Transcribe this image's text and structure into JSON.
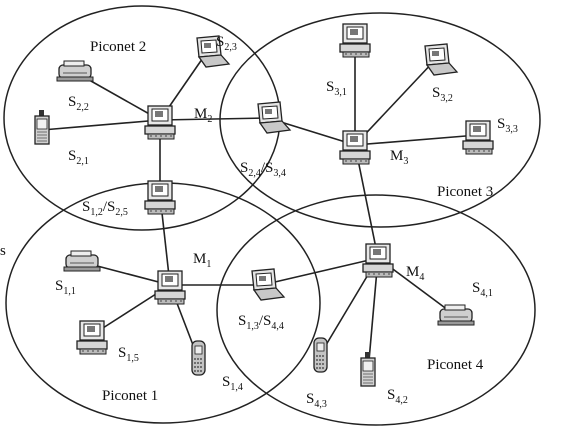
{
  "piconets": [
    {
      "id": "p2",
      "label": "Piconet 2"
    },
    {
      "id": "p3",
      "label": "Piconet 3"
    },
    {
      "id": "p1",
      "label": "Piconet 1"
    },
    {
      "id": "p4",
      "label": "Piconet 4"
    }
  ],
  "nodes": [
    {
      "id": "M2",
      "type": "desktop",
      "base": "M",
      "sub": "2"
    },
    {
      "id": "M3",
      "type": "desktop",
      "base": "M",
      "sub": "3"
    },
    {
      "id": "M1",
      "type": "desktop",
      "base": "M",
      "sub": "1"
    },
    {
      "id": "M4",
      "type": "desktop",
      "base": "M",
      "sub": "4"
    },
    {
      "id": "S22",
      "type": "printer",
      "base": "S",
      "sub": "2,2"
    },
    {
      "id": "S23",
      "type": "laptop",
      "base": "S",
      "sub": "2,3"
    },
    {
      "id": "S21",
      "type": "pda",
      "base": "S",
      "sub": "2,1"
    },
    {
      "id": "S24",
      "type": "laptop",
      "base": "S",
      "sub": "2,4",
      "base2": "S",
      "sub2": "3,4"
    },
    {
      "id": "S12",
      "type": "desktop",
      "base": "S",
      "sub": "1,2",
      "base2": "S",
      "sub2": "2,5"
    },
    {
      "id": "S31",
      "type": "desktop",
      "base": "S",
      "sub": "3,1"
    },
    {
      "id": "S32",
      "type": "laptop",
      "base": "S",
      "sub": "3,2"
    },
    {
      "id": "S33",
      "type": "desktop",
      "base": "S",
      "sub": "3,3"
    },
    {
      "id": "S11",
      "type": "printer",
      "base": "S",
      "sub": "1,1"
    },
    {
      "id": "S15",
      "type": "desktop",
      "base": "S",
      "sub": "1,5"
    },
    {
      "id": "S14",
      "type": "phone",
      "base": "S",
      "sub": "1,4"
    },
    {
      "id": "S13",
      "type": "laptop",
      "base": "S",
      "sub": "1,3",
      "base2": "S",
      "sub2": "4,4"
    },
    {
      "id": "S41",
      "type": "printer",
      "base": "S",
      "sub": "4,1"
    },
    {
      "id": "S43",
      "type": "phone",
      "base": "S",
      "sub": "4,3"
    },
    {
      "id": "S42",
      "type": "pda",
      "base": "S",
      "sub": "4,2"
    }
  ],
  "edges": [
    [
      "M2",
      "S22"
    ],
    [
      "M2",
      "S23"
    ],
    [
      "M2",
      "S21"
    ],
    [
      "M2",
      "S24"
    ],
    [
      "M2",
      "S12"
    ],
    [
      "M3",
      "S24"
    ],
    [
      "M3",
      "S31"
    ],
    [
      "M3",
      "S32"
    ],
    [
      "M3",
      "S33"
    ],
    [
      "M3",
      "M4"
    ],
    [
      "M1",
      "S12"
    ],
    [
      "M1",
      "S11"
    ],
    [
      "M1",
      "S15"
    ],
    [
      "M1",
      "S14"
    ],
    [
      "M1",
      "S13"
    ],
    [
      "M4",
      "S13"
    ],
    [
      "M4",
      "S41"
    ],
    [
      "M4",
      "S43"
    ],
    [
      "M4",
      "S42"
    ]
  ],
  "edge_label": "s"
}
